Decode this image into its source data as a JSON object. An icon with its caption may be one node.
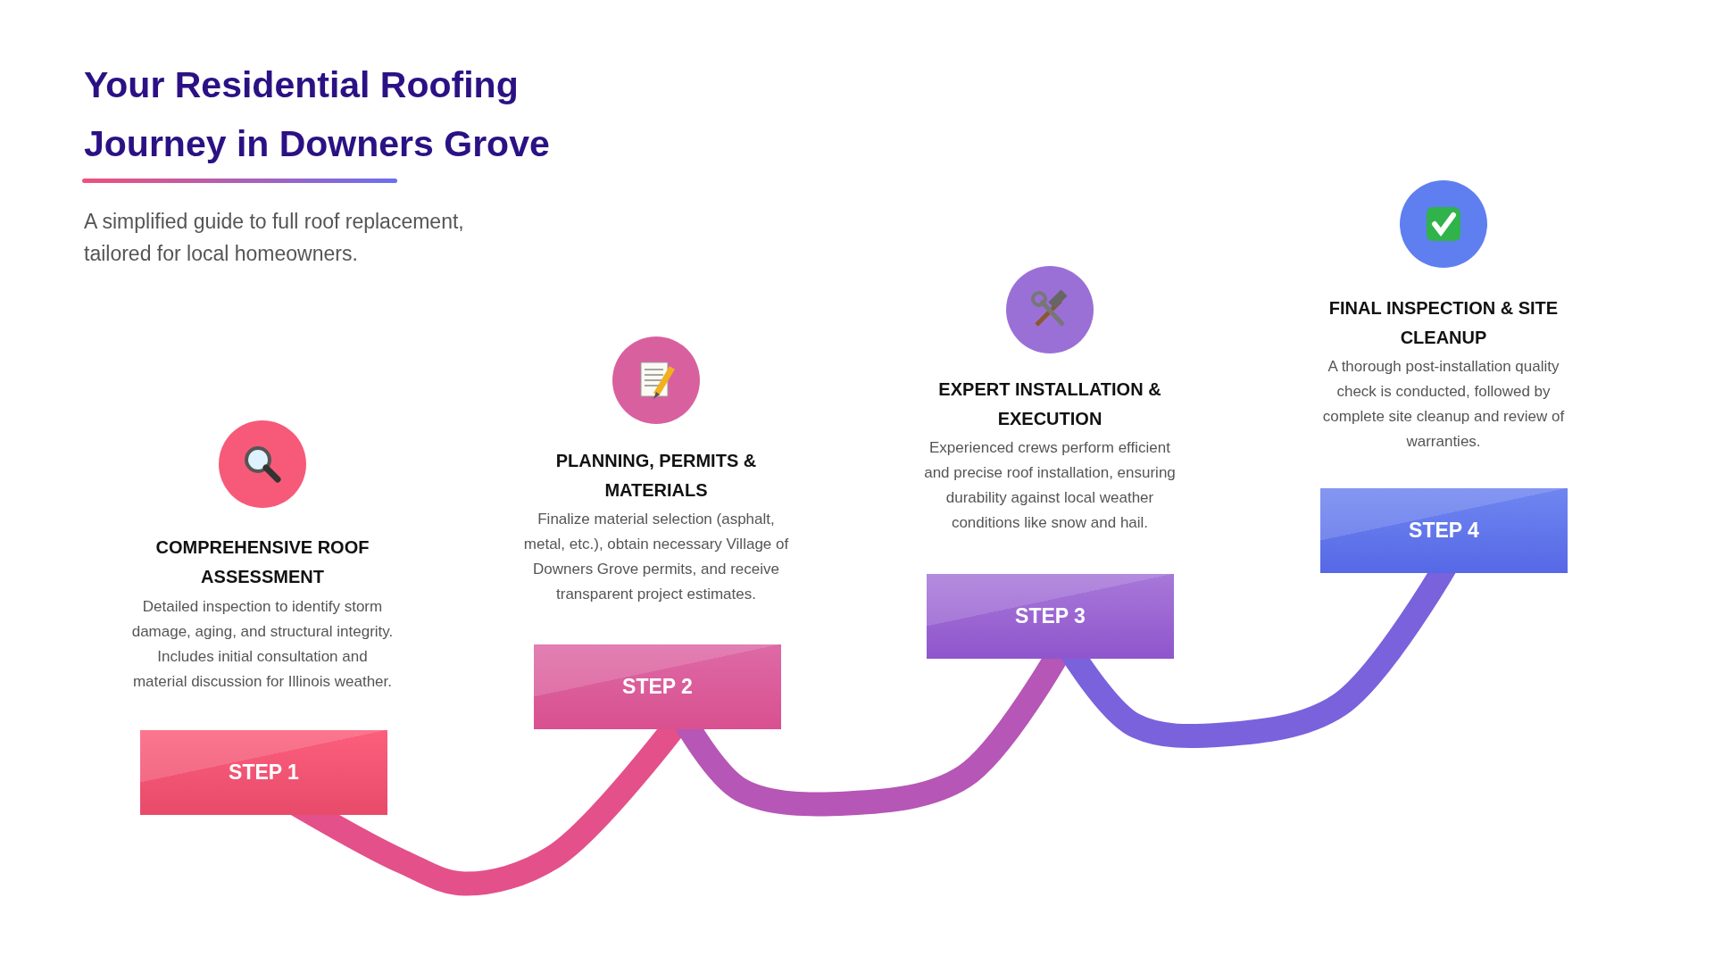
{
  "diagram": {
    "title": "Your Residential Roofing Journey in Downers Grove",
    "nodes": [
      {
        "text": [
          "STEP 1"
        ],
        "beside": [
          "COMPREHENSIVE ROOF ASSESSMENT",
          "Detailed inspection to identify storm damage, aging, and structural integrity. Includes initial consultation and material discussion for Illinois weather."
        ]
      },
      {
        "text": [
          "STEP 2"
        ],
        "beside": [
          "PLANNING, PERMITS & MATERIALS",
          "Finalize material selection (asphalt, metal, etc.), obtain necessary Village of Downers Grove permits, and receive transparent project estimates."
        ]
      },
      {
        "text": [
          "STEP 3"
        ],
        "beside": [
          "EXPERT INSTALLATION & EXECUTION",
          "Experienced crews perform efficient and precise roof installation, ensuring durability against local weather conditions like snow and hail."
        ]
      },
      {
        "text": [
          "STEP 4"
        ],
        "beside": [
          "FINAL INSPECTION & SITE CLEANUP",
          "A thorough post-installation quality check is conducted, followed by complete site cleanup and review of warranties."
        ]
      }
    ],
    "edges": [
      {
        "from": 0,
        "to": 1,
        "arrow": "none",
        "color": "#e4508a"
      },
      {
        "from": 1,
        "to": 2,
        "arrow": "none",
        "color": "#b656b6"
      },
      {
        "from": 2,
        "to": 3,
        "arrow": "none",
        "color": "#7a62dc"
      }
    ],
    "labels": [
      "A simplified guide to full roof replacement, tailored for local homeowners."
    ]
  }
}
